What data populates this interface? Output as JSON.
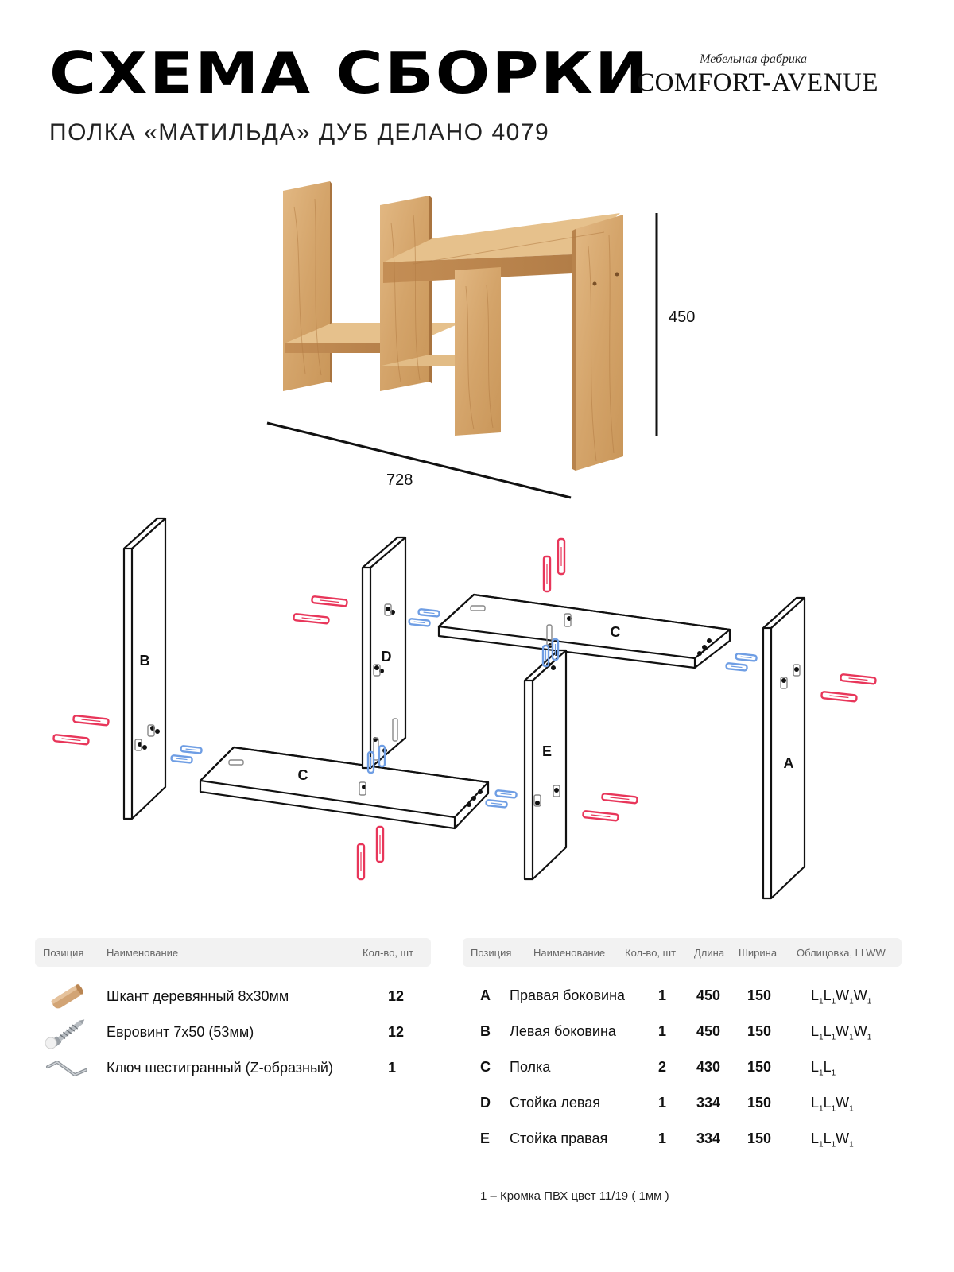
{
  "title": "СХЕМА СБОРКИ",
  "subtitle": "ПОЛКА «МАТИЛЬДА» ДУБ ДЕЛАНО 4079",
  "brand": {
    "tagline": "Мебельная фабрика",
    "name": "COMFORT-AVENUE"
  },
  "dimensions": {
    "height": "450",
    "width": "728"
  },
  "panel_labels": {
    "a": "A",
    "b": "B",
    "c": "C",
    "d": "D",
    "e": "E"
  },
  "colors": {
    "oak": "#d9ad74",
    "oak_dark": "#b98650",
    "oak_light": "#e7c593",
    "dowel": "#e8365a",
    "screw": "#6f9ee4",
    "outline": "#111111"
  },
  "parts_table": {
    "headers": {
      "position": "Позиция",
      "name": "Наименование",
      "qty": "Кол-во, шт"
    },
    "rows": [
      {
        "icon": "wood-dowel-icon",
        "name": "Шкант деревянный 8х30мм",
        "qty": "12"
      },
      {
        "icon": "euro-screw-icon",
        "name": "Евровинт 7х50 (53мм)",
        "qty": "12"
      },
      {
        "icon": "hex-key-icon",
        "name": "Ключ шестигранный (Z-образный)",
        "qty": "1"
      }
    ]
  },
  "details_table": {
    "headers": {
      "position": "Позиция",
      "name": "Наименование",
      "qty": "Кол-во, шт",
      "length": "Длина",
      "width": "Ширина",
      "facing": "Облицовка, LLWW"
    },
    "rows": [
      {
        "pos": "A",
        "name": "Правая боковина",
        "qty": "1",
        "length": "450",
        "width": "150",
        "facing": [
          "L",
          "L",
          "W",
          "W"
        ]
      },
      {
        "pos": "B",
        "name": "Левая боковина",
        "qty": "1",
        "length": "450",
        "width": "150",
        "facing": [
          "L",
          "L",
          "W",
          "W"
        ]
      },
      {
        "pos": "C",
        "name": "Полка",
        "qty": "2",
        "length": "430",
        "width": "150",
        "facing": [
          "L",
          "L"
        ]
      },
      {
        "pos": "D",
        "name": "Стойка левая",
        "qty": "1",
        "length": "334",
        "width": "150",
        "facing": [
          "L",
          "L",
          "W"
        ]
      },
      {
        "pos": "E",
        "name": "Стойка правая",
        "qty": "1",
        "length": "334",
        "width": "150",
        "facing": [
          "L",
          "L",
          "W"
        ]
      }
    ],
    "facing_subscript": "1"
  },
  "footnote": "1 – Кромка ПВХ цвет 11/19 ( 1мм )"
}
